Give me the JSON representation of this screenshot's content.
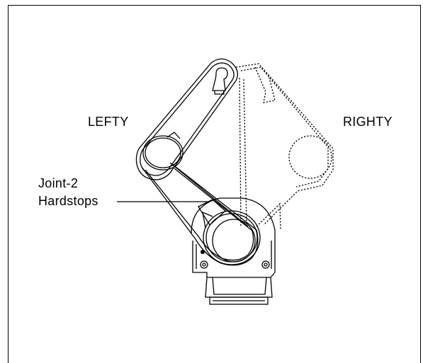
{
  "labels": {
    "lefty": "LEFTY",
    "righty": "RIGHTY",
    "hardstops_line1": "Joint-2",
    "hardstops_line2": "Hardstops"
  },
  "colors": {
    "line": "#000000",
    "background": "#ffffff"
  }
}
